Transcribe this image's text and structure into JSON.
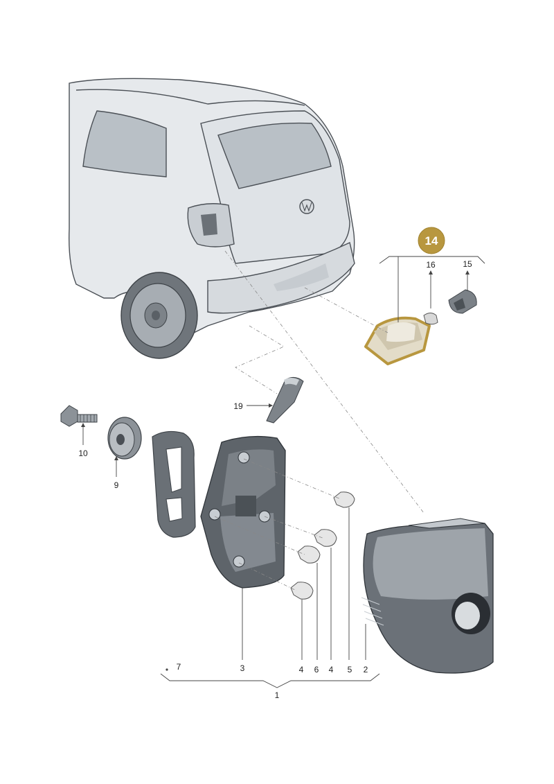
{
  "diagram": {
    "highlight_color": "#b8973f",
    "highlighted_part": "14",
    "callouts": {
      "c1": "1",
      "c2": "2",
      "c3": "3",
      "c4a": "4",
      "c4b": "4",
      "c5": "5",
      "c6": "6",
      "c7": "7",
      "c9": "9",
      "c10": "10",
      "c14": "14",
      "c15": "15",
      "c16": "16",
      "c19": "19"
    }
  }
}
